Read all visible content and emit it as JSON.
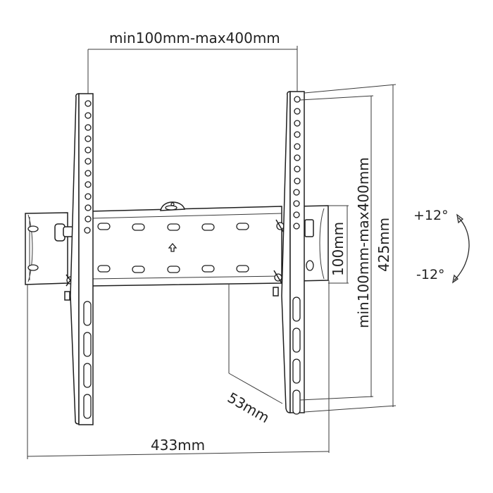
{
  "diagram": {
    "subject": "Tilting TV wall mount bracket",
    "colors": {
      "line": "#1e1e1e",
      "background": "#ffffff"
    },
    "dimensions": {
      "top_width": "min100mm-max400mm",
      "vertical_vesa": "min100mm-max400mm",
      "plate_height": "100mm",
      "overall_height": "425mm",
      "overall_width": "433mm",
      "depth": "53mm"
    },
    "tilt": {
      "up": "+12°",
      "down": "-12°"
    },
    "icons": [
      "up-arrow-icon",
      "tilt-arc-arrow-icon"
    ]
  }
}
